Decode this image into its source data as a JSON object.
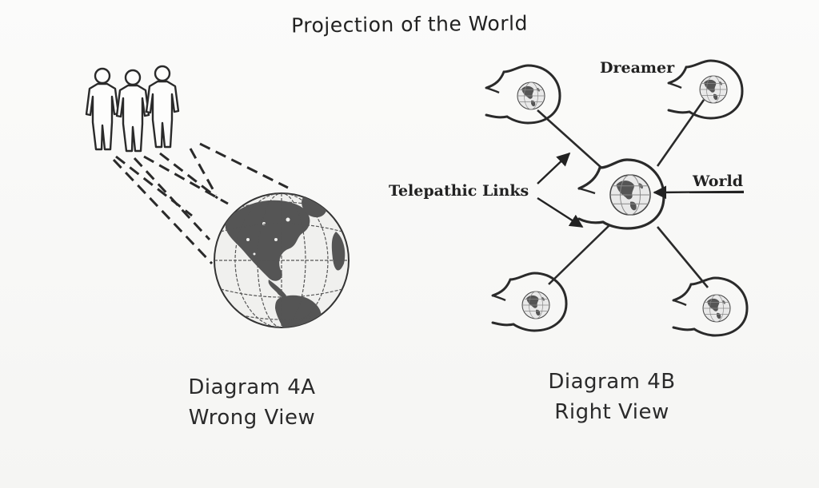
{
  "title": "Projection of the World",
  "diagram_a": {
    "caption_line1": "Diagram 4A",
    "caption_line2": "Wrong View"
  },
  "diagram_b": {
    "caption_line1": "Diagram 4B",
    "caption_line2": "Right View",
    "label_dreamer": "Dreamer",
    "label_world": "World",
    "label_telepathic_links": "Telepathic Links"
  },
  "icons": [
    "people-group-icon",
    "globe-icon",
    "dreamer-head-icon",
    "arrow-icon"
  ],
  "colors": {
    "ink": "#222222",
    "paper": "#f8f8f6",
    "globe_land": "#555555"
  }
}
